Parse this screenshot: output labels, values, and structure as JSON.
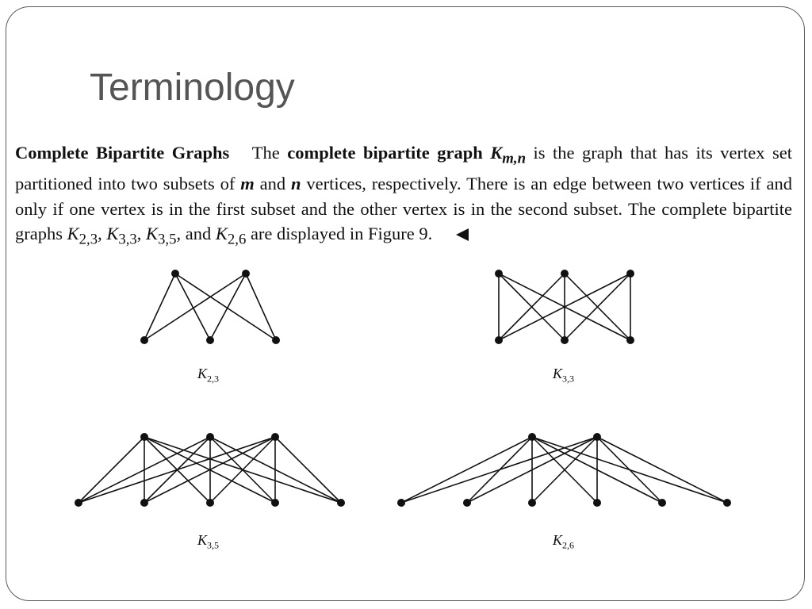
{
  "slide": {
    "title": "Terminology"
  },
  "definition": {
    "heading": "Complete Bipartite Graphs",
    "text_1": "The ",
    "term": "complete bipartite graph ",
    "symbol_letter": "K",
    "symbol_sub": "m,n",
    "text_2": " is the graph that has its vertex set partitioned into two subsets of ",
    "m": "m",
    "text_3": " and ",
    "n": "n",
    "text_4": " vertices, respectively. There is an edge between two vertices if and only if one vertex is in the first subset and the other vertex is in the second subset. The complete bipartite graphs ",
    "k23_sub": "2,3",
    "k33_sub": "3,3",
    "k35_sub": "3,5",
    "k26_sub": "2,6",
    "sep": ", ",
    "and": ", and ",
    "text_5": " are displayed in Figure 9."
  },
  "graphs": [
    {
      "id": "k23",
      "letter": "K",
      "sub": "2,3",
      "top_count": 2,
      "bottom_count": 3
    },
    {
      "id": "k33",
      "letter": "K",
      "sub": "3,3",
      "top_count": 3,
      "bottom_count": 3
    },
    {
      "id": "k35",
      "letter": "K",
      "sub": "3,5",
      "top_count": 3,
      "bottom_count": 5
    },
    {
      "id": "k26",
      "letter": "K",
      "sub": "2,6",
      "top_count": 2,
      "bottom_count": 6
    }
  ],
  "colors": {
    "title": "#555555",
    "text": "#111111",
    "border": "#5a5a5a"
  }
}
